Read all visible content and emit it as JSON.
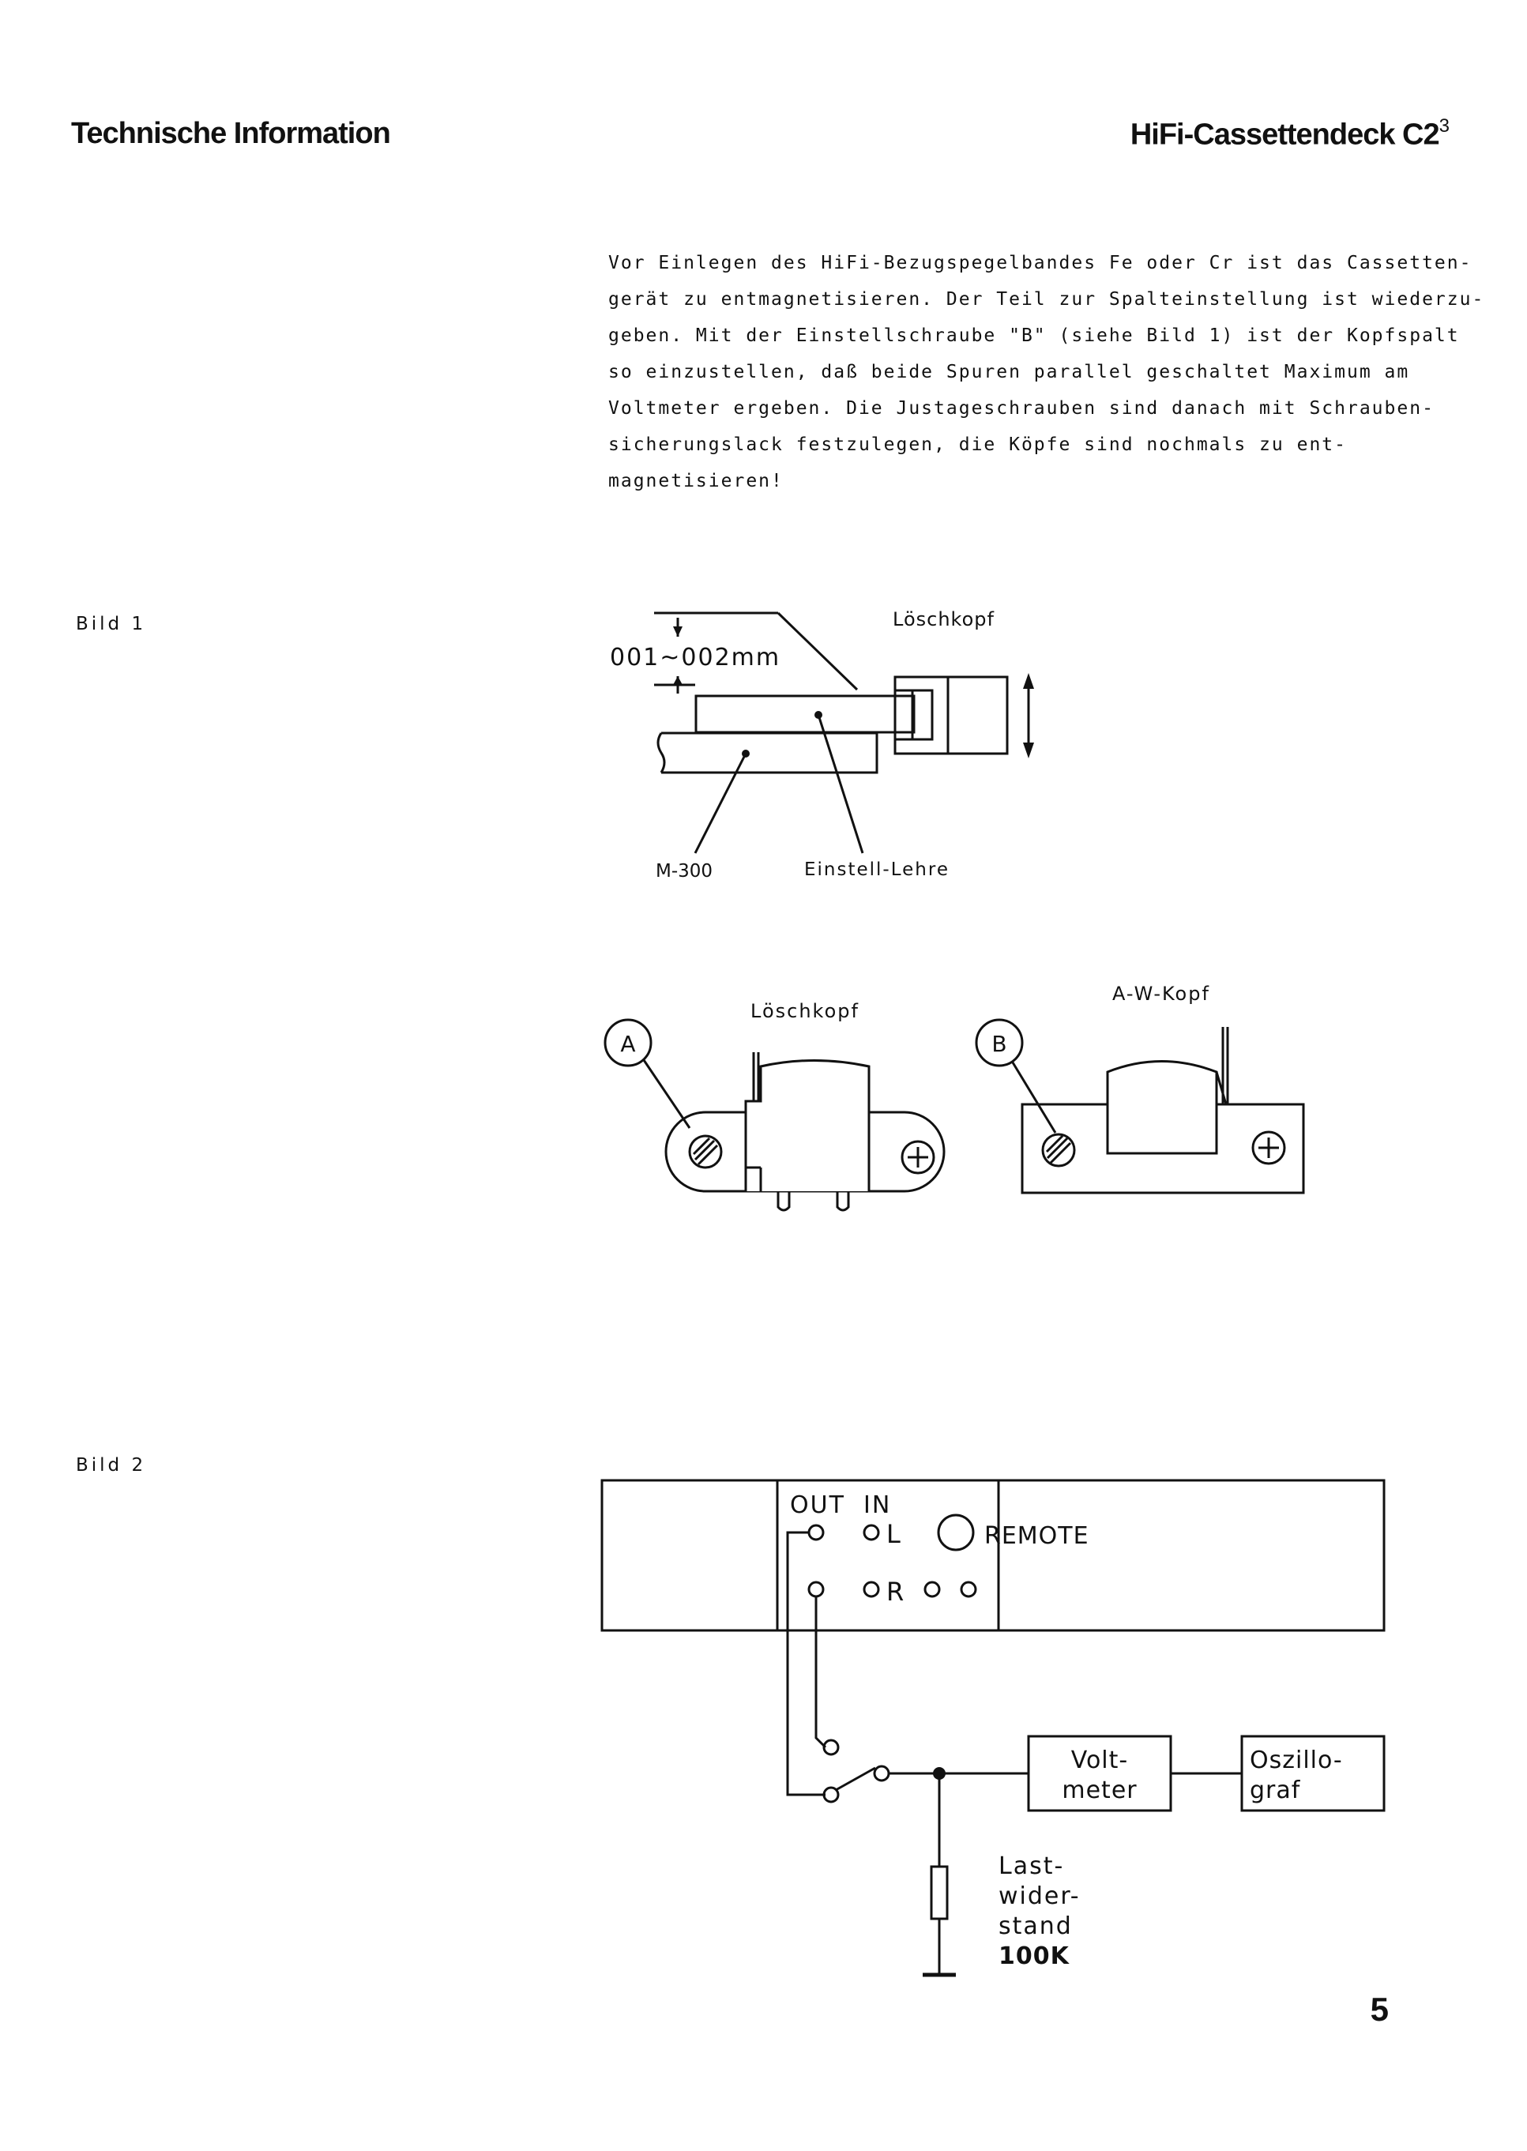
{
  "header": {
    "left_title": "Technische Information",
    "right_title": "HiFi-Cassettendeck C2",
    "right_superscript": "3"
  },
  "intro_lines": [
    "Vor Einlegen des HiFi-Bezugspegelbandes Fe oder Cr ist das Cassetten-",
    "gerät zu entmagnetisieren. Der Teil zur Spalteinstellung ist wiederzu-",
    "geben. Mit der Einstellschraube \"B\" (siehe Bild 1) ist der Kopfspalt",
    "so einzustellen, daß beide Spuren parallel geschaltet Maximum am",
    "Voltmeter ergeben. Die Justageschrauben sind danach mit Schrauben-",
    "sicherungslack festzulegen, die Köpfe sind nochmals zu ent-",
    "magnetisieren!"
  ],
  "figure1": {
    "label": "Bild 1",
    "dimension": "001~002mm",
    "head_label": "Löschkopf",
    "gauge_label": "Einstell-Lehre",
    "base_label": "M-300",
    "erase_head_label": "Löschkopf",
    "rw_head_label": "A-W-Kopf",
    "screw_a": "A",
    "screw_b": "B"
  },
  "figure2": {
    "label": "Bild 2",
    "out_label": "OUT",
    "in_label": "IN",
    "left_channel": "L",
    "right_channel": "R",
    "remote_label": "REMOTE",
    "voltmeter": [
      "Volt-",
      "meter"
    ],
    "oscillograph": [
      "Oszillo-",
      "graf"
    ],
    "resistor": [
      "Last-",
      "wider-",
      "stand",
      "100K"
    ]
  },
  "page_number": "5"
}
